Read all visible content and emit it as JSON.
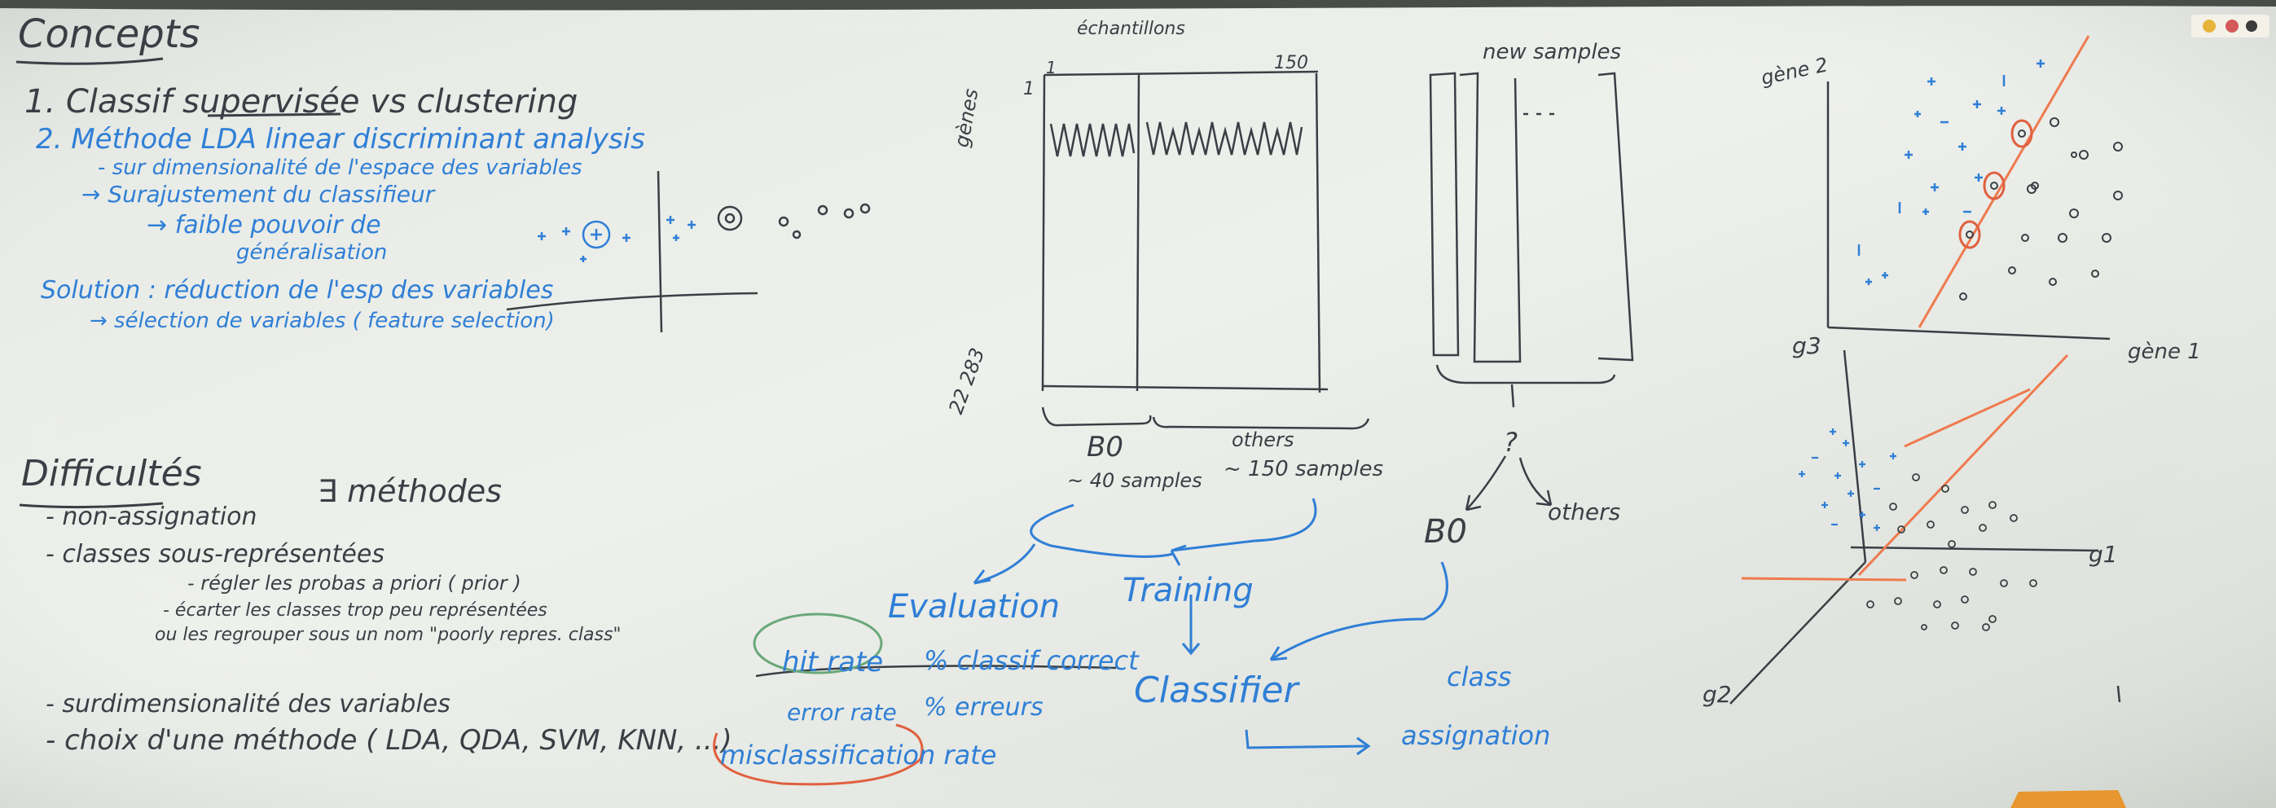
{
  "colors": {
    "board": "#eef0ec",
    "ink_black": "#3a3f45",
    "ink_blue": "#2f7fd6",
    "ink_orange": "#ef7a4f",
    "ink_red": "#e0603f",
    "ink_green": "#6aa87a"
  },
  "left": {
    "title": "Concepts",
    "line1": "1. Classif supervisée vs clustering",
    "line2": "2. Méthode LDA linear discriminant analysis",
    "line3": "- sur dimensionalité de l'espace des variables",
    "line4": "→ Surajustement du classifieur",
    "line5": "→ faible pouvoir de",
    "line6": "généralisation",
    "solution1": "Solution : réduction de l'esp des variables",
    "solution2": "→ sélection de variables ( feature selection)"
  },
  "difficulties": {
    "title": "Difficultés",
    "item1": "- non-assignation",
    "exists": "∃ méthodes",
    "item2": "- classes sous-représentées",
    "item2a": "- régler les probas a priori ( prior )",
    "item2b": "- écarter les classes trop peu représentées",
    "item2c": "ou les regrouper sous un nom \"poorly repres. class\"",
    "item3": "- surdimensionalité des variables",
    "item4": "- choix d'une méthode ( LDA, QDA, SVM, KNN, ...)"
  },
  "middle": {
    "echantillons": "échantillons",
    "one_col": "1",
    "n_col": "150",
    "genes": "gènes",
    "one_row": "1",
    "n_rows": "22 283",
    "b0": "B0",
    "b0_count": "~ 40 samples",
    "others": "others",
    "others_count": "~ 150 samples",
    "evaluation": "Evaluation",
    "training": "Training",
    "hit_rate": "hit rate",
    "pct_correct": "% classif correct",
    "error_rate": "error rate",
    "pct_errors": "% erreurs",
    "misclassification": "misclassification rate",
    "classifier": "Classifier",
    "class": "class",
    "assignation": "assignation"
  },
  "right": {
    "new_samples": "new samples",
    "question": "?",
    "b0": "B0",
    "others": "others",
    "gene2": "gène 2",
    "gene1": "gène 1",
    "g3": "g3",
    "g1": "g1",
    "g2": "g2"
  }
}
